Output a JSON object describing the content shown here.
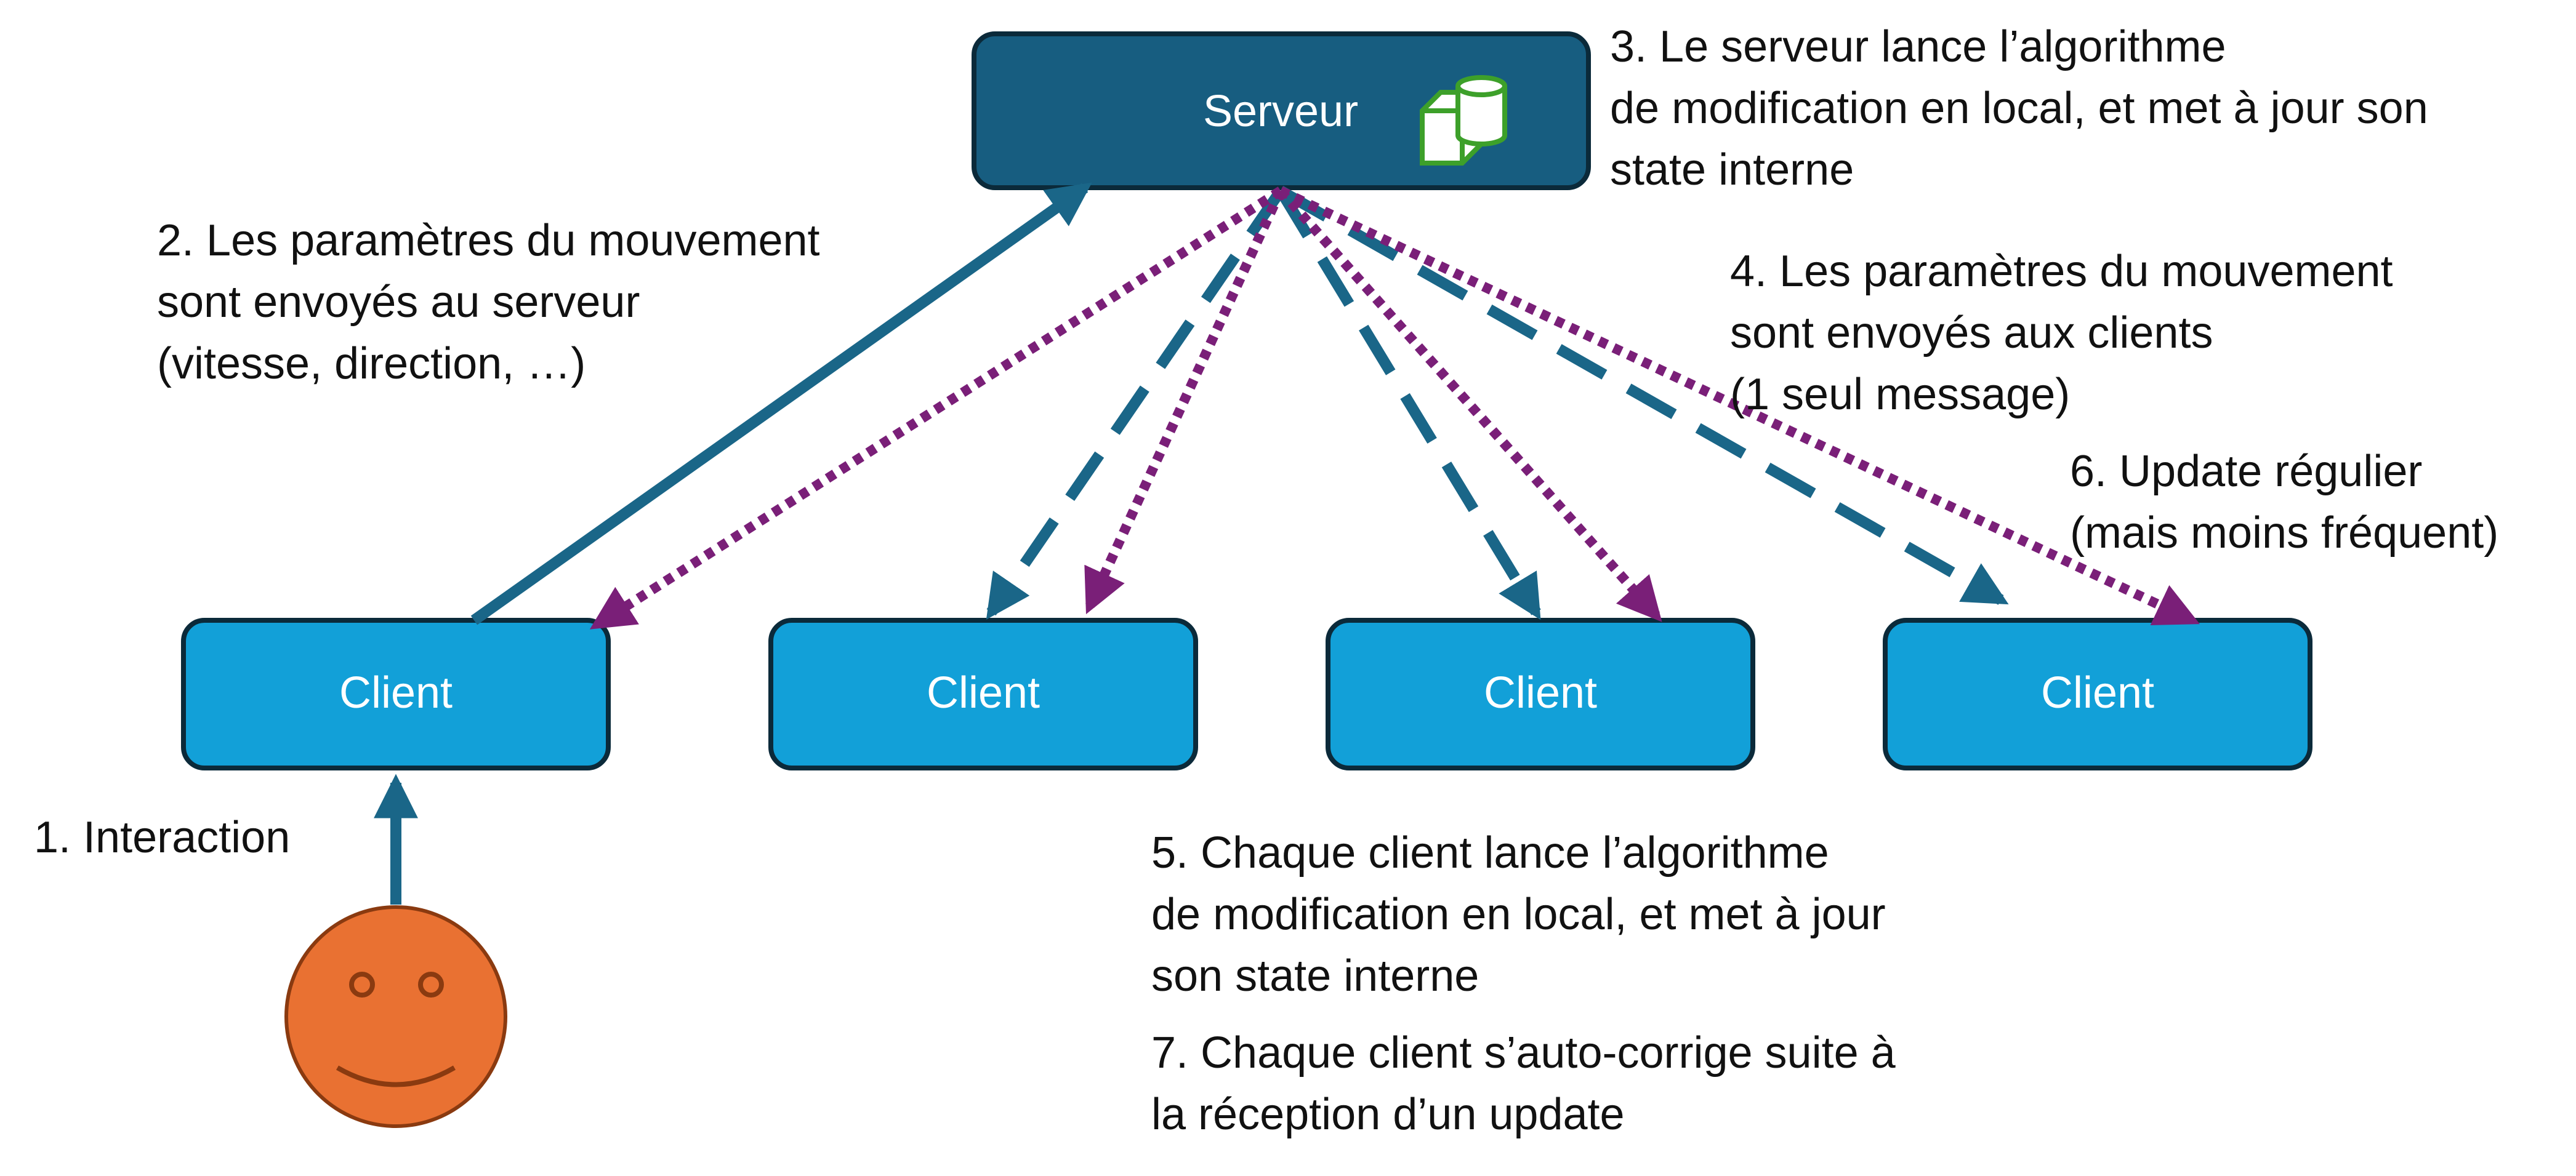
{
  "colors": {
    "server_fill": "#175d80",
    "client_fill": "#12a0d8",
    "node_border": "#0b2a3a",
    "arrow_blue": "#1a6688",
    "arrow_purple": "#7a1f78",
    "person_fill": "#e97132",
    "person_border": "#8a3a10",
    "icon_green": "#3da02a"
  },
  "server": {
    "label": "Serveur",
    "icon": "database-icon"
  },
  "clients": [
    {
      "label": "Client"
    },
    {
      "label": "Client"
    },
    {
      "label": "Client"
    },
    {
      "label": "Client"
    }
  ],
  "person": {
    "icon": "smiley-face-icon"
  },
  "steps": {
    "s1": {
      "lines": [
        "1. Interaction"
      ]
    },
    "s2": {
      "lines": [
        "2. Les paramètres du mouvement",
        "sont envoyés au serveur",
        "(vitesse, direction, …)"
      ]
    },
    "s3": {
      "lines": [
        "3. Le serveur lance l’algorithme",
        "de modification en local, et met à jour son",
        "state interne"
      ]
    },
    "s4": {
      "lines": [
        "4. Les paramètres du mouvement",
        "sont envoyés aux clients",
        "(1 seul message)"
      ]
    },
    "s5": {
      "lines": [
        "5. Chaque client lance l’algorithme",
        "de modification en local, et met à jour",
        "son state interne"
      ]
    },
    "s6": {
      "lines": [
        "6. Update régulier",
        "(mais moins fréquent)"
      ]
    },
    "s7": {
      "lines": [
        "7. Chaque client s’auto-corrige suite à",
        "la réception d’un update"
      ]
    }
  }
}
